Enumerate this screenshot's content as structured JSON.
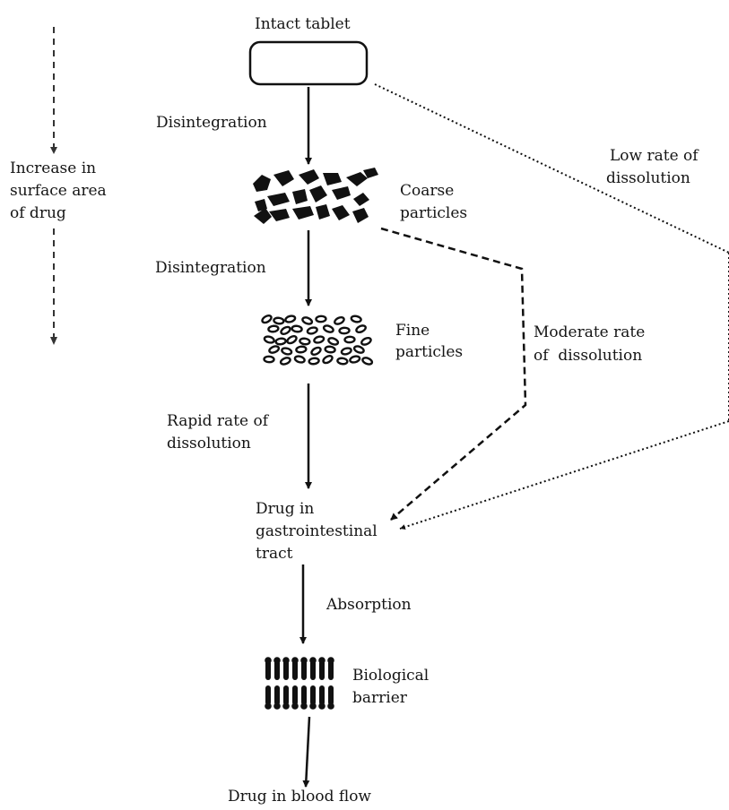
{
  "diagram": {
    "side_note": {
      "lines": [
        "Increase in",
        "surface area",
        "of drug"
      ]
    },
    "nodes": {
      "tablet": "Intact tablet",
      "coarse": [
        "Coarse",
        "particles"
      ],
      "fine": [
        "Fine",
        "particles"
      ],
      "gi": [
        "Drug in",
        "gastrointestinal",
        "tract"
      ],
      "barrier": [
        "Biological",
        "barrier"
      ],
      "blood": "Drug in blood flow"
    },
    "edges": {
      "disintegration_1": "Disintegration",
      "disintegration_2": "Disintegration",
      "rapid": [
        "Rapid rate of",
        "dissolution"
      ],
      "moderate": [
        "Moderate rate",
        "of  dissolution"
      ],
      "low": [
        "Low rate of",
        "dissolution"
      ],
      "absorption": "Absorption"
    },
    "colors": {
      "ink": "#111111",
      "text": "#151515",
      "background": "#ffffff"
    }
  }
}
